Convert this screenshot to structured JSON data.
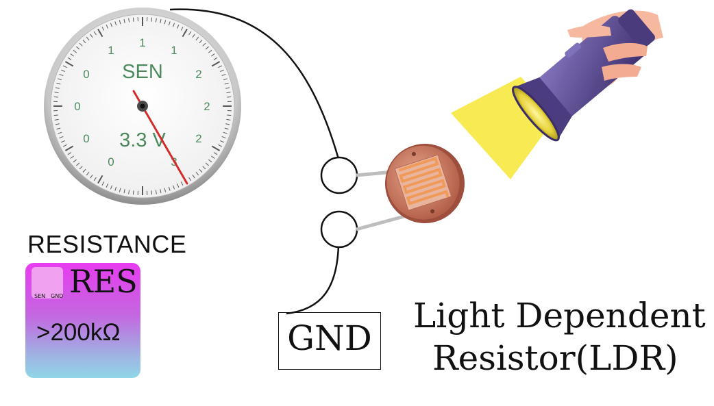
{
  "gauge": {
    "scale_left": [
      "1",
      "0",
      "0",
      "0",
      "0"
    ],
    "scale_top": [
      "1"
    ],
    "scale_right": [
      "1",
      "2",
      "2",
      "2",
      "3"
    ],
    "sen_label": "SEN",
    "voltage_readout": "3.3 V",
    "needle_color": "#d42b2b",
    "label_color": "#4c8a5e"
  },
  "resistance_panel": {
    "heading": "RESISTANCE",
    "badge_title": "RES",
    "badge_value": ">200kΩ",
    "icon_sen": "SEN",
    "icon_gnd": "GND",
    "icon": "resistor-wave-icon"
  },
  "ground": {
    "label": "GND"
  },
  "title": {
    "line1": "Light Dependent",
    "line2": "Resistor(LDR)"
  },
  "colors": {
    "light_beam": "#f7ea52",
    "torch_body": "#5d4b8e",
    "ldr_body": "#c8705a",
    "ldr_track": "#f09a5a"
  }
}
